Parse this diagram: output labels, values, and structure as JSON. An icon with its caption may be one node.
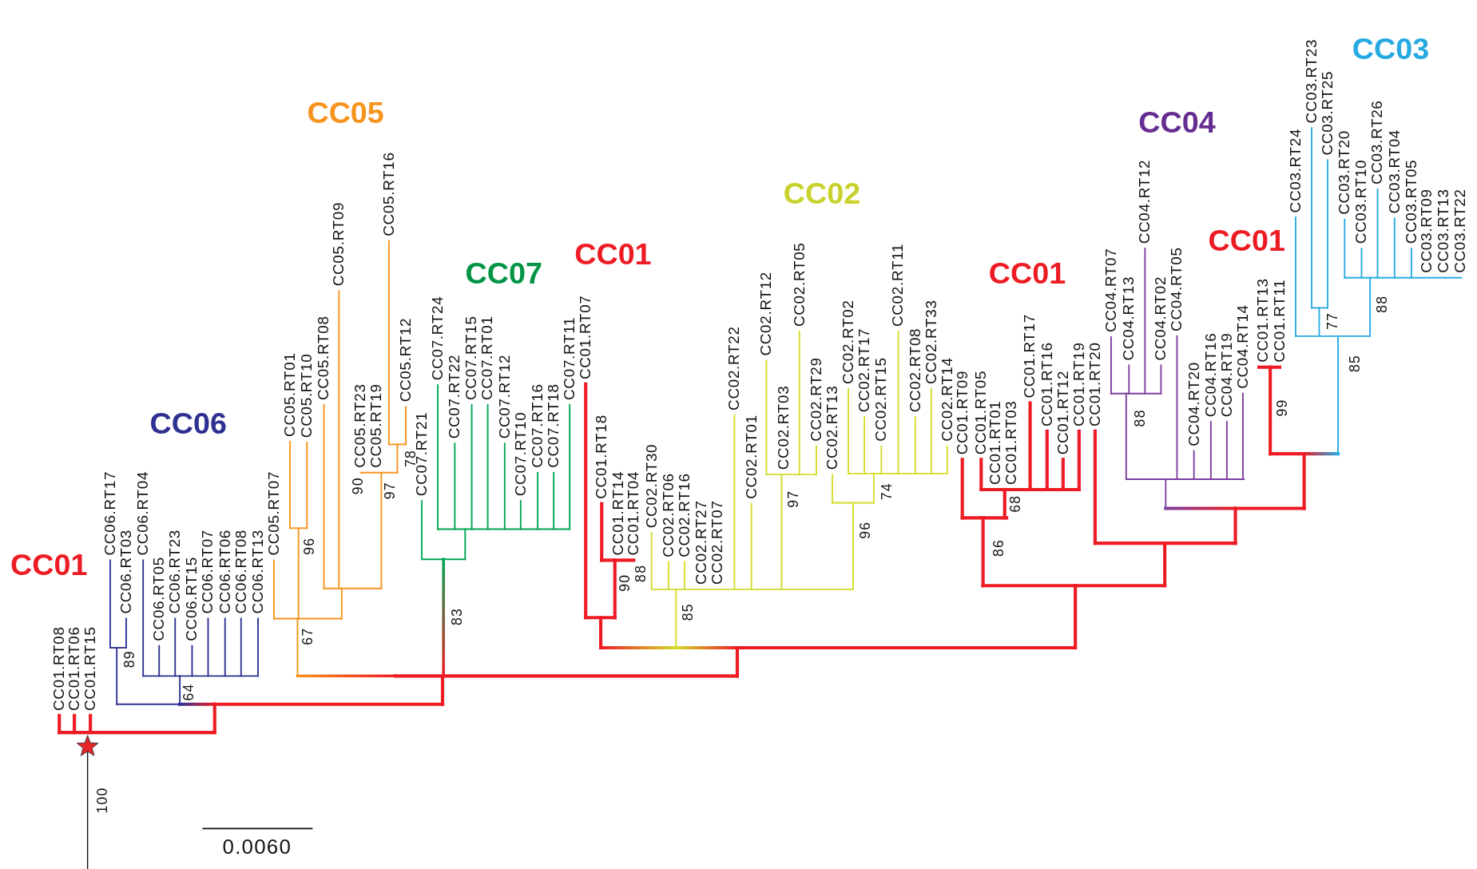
{
  "diagram": {
    "labels": [
      "CC01",
      "CC01.RT08",
      "CC01.RT06",
      "CC01.RT15",
      "100",
      "CC06",
      "CC06.RT17",
      "CC06.RT03",
      "CC06.RT04",
      "CC06.RT05",
      "CC06.RT23",
      "CC06.RT15",
      "CC06.RT07",
      "CC06.RT06",
      "CC06.RT08",
      "CC06.RT13",
      "89",
      "64",
      "CC05",
      "CC05.RT07",
      "CC05.RT01",
      "CC05.RT10",
      "CC05.RT08",
      "CC05.RT09",
      "CC05.RT23",
      "CC05.RT19",
      "CC05.RT16",
      "CC05.RT12",
      "96",
      "67",
      "90",
      "97",
      "78",
      "CC07",
      "CC07.RT21",
      "CC07.RT24",
      "CC07.RT22",
      "CC07.RT15",
      "CC07.RT01",
      "CC07.RT12",
      "CC07.RT10",
      "CC07.RT16",
      "CC07.RT18",
      "CC07.RT11",
      "83",
      "CC01",
      "CC01.RT07",
      "CC01.RT18",
      "CC01.RT14",
      "CC01.RT04",
      "90",
      "88",
      "CC02",
      "CC02.RT30",
      "CC02.RT06",
      "CC02.RT16",
      "CC02.RT27",
      "CC02.RT07",
      "CC02.RT22",
      "CC02.RT01",
      "CC02.RT12",
      "CC02.RT03",
      "CC02.RT05",
      "CC02.RT29",
      "CC02.RT13",
      "CC02.RT02",
      "CC02.RT17",
      "CC02.RT15",
      "CC02.RT11",
      "CC02.RT08",
      "CC02.RT33",
      "CC02.RT14",
      "85",
      "97",
      "96",
      "74",
      "CC01",
      "CC01.RT09",
      "CC01.RT05",
      "CC01.RT01",
      "CC01.RT03",
      "CC01.RT17",
      "CC01.RT16",
      "CC01.RT12",
      "CC01.RT19",
      "CC01.RT20",
      "68",
      "86",
      "CC04",
      "CC04.RT07",
      "CC04.RT13",
      "CC04.RT12",
      "CC04.RT02",
      "CC04.RT05",
      "CC04.RT20",
      "CC04.RT16",
      "CC04.RT19",
      "CC04.RT14",
      "88",
      "CC01",
      "CC01.RT13",
      "CC01.RT11",
      "99",
      "CC03",
      "CC03.RT24",
      "CC03.RT23",
      "CC03.RT25",
      "CC03.RT20",
      "CC03.RT10",
      "CC03.RT26",
      "CC03.RT04",
      "CC03.RT05",
      "CC03.RT09",
      "CC03.RT13",
      "CC03.RT22",
      "77",
      "88",
      "85",
      "0.0060"
    ]
  }
}
